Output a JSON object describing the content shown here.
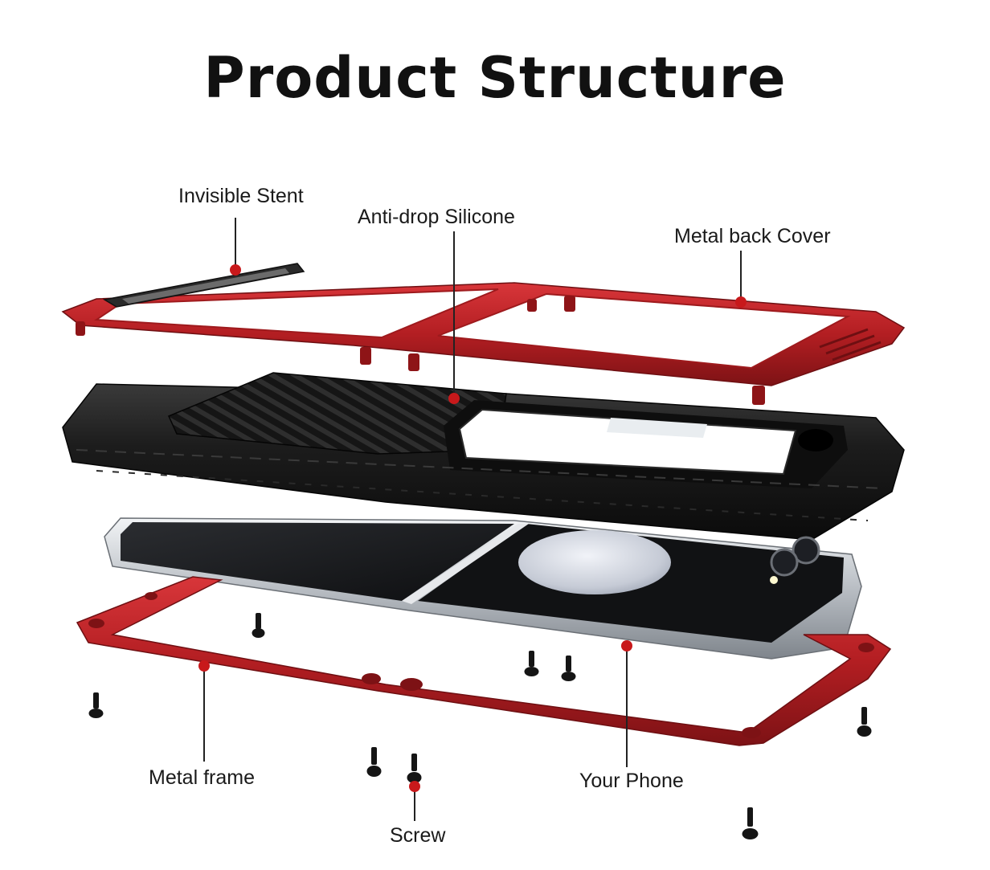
{
  "title": "Product Structure",
  "colors": {
    "accent_red": "#c8191b",
    "frame_red": "#b31e22",
    "frame_red_dark": "#7d1215",
    "case_black": "#171717",
    "phone_silver": "#cfd3d8",
    "leader_line": "#222222"
  },
  "labels": {
    "invisible_stent": "Invisible Stent",
    "anti_drop_silicone": "Anti-drop Silicone",
    "metal_back_cover": "Metal back Cover",
    "metal_frame": "Metal frame",
    "your_phone": "Your Phone",
    "screw": "Screw"
  }
}
